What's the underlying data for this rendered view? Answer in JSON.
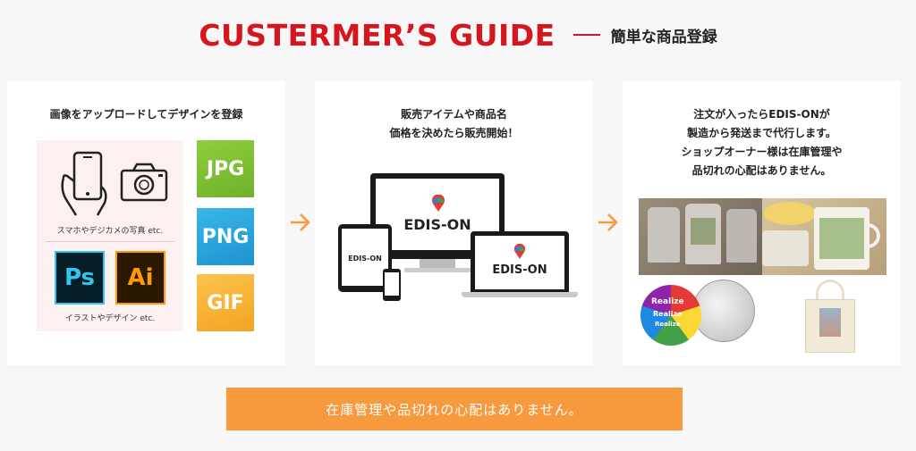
{
  "header": {
    "title": "CUSTERMER’S GUIDE",
    "subtitle": "簡単な商品登録"
  },
  "steps": [
    {
      "caption_lines": [
        "画像をアップロードしてデザインを登録"
      ],
      "photo_label": "スマホやデジカメの写真 etc.",
      "illust_label": "イラストやデザイン etc.",
      "app_icons": [
        "Ps",
        "Ai"
      ],
      "formats": [
        "JPG",
        "PNG",
        "GIF"
      ]
    },
    {
      "caption_lines": [
        "販売アイテムや商品名",
        "価格を決めたら販売開始！"
      ],
      "brand": "EDIS-ON"
    },
    {
      "caption_lines": [
        "注文が入ったらEDIS-ONが",
        "製造から発送まで代行します。",
        "ショップオーナー様は在庫管理や",
        "品切れの心配はありません。"
      ],
      "badge_words": [
        "Realize",
        "Realize",
        "Realize"
      ]
    }
  ],
  "banner": {
    "label": "在庫管理や品切れの心配はありません。"
  },
  "colors": {
    "title_red": "#d5161e",
    "arrow_orange": "#f79a3e",
    "banner_orange": "#f79a3e"
  }
}
